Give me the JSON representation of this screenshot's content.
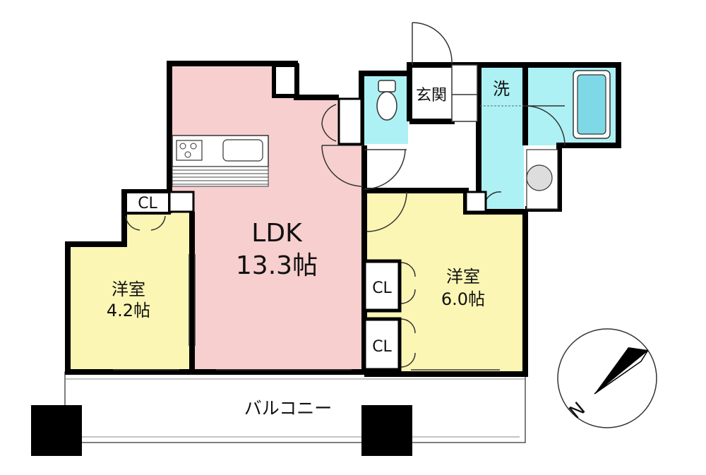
{
  "colors": {
    "ldk": "#f7cfcf",
    "bedroom": "#fbf6b4",
    "water": "#aef1f4",
    "wall": "#000000",
    "balcony": "#ffffff"
  },
  "rooms": {
    "ldk": {
      "name": "LDK",
      "size": "13.3帖"
    },
    "western_left": {
      "name": "洋室",
      "size": "4.2帖"
    },
    "western_right": {
      "name": "洋室",
      "size": "6.0帖"
    },
    "entrance": "玄関",
    "washroom": "洗",
    "balcony": "バルコニー"
  },
  "closets": [
    "CL",
    "CL",
    "CL"
  ],
  "compass": {
    "label": "N",
    "icon": "compass-icon"
  }
}
